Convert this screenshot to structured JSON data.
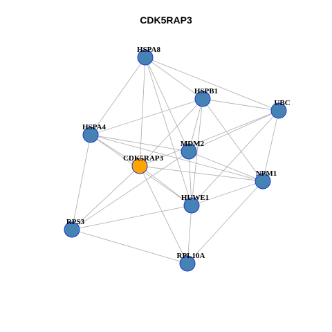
{
  "title": "CDK5RAP3",
  "colors": {
    "hub_node": "#FFA500",
    "node": "#4682B4",
    "node_border": "#1A37C8",
    "edge": "#B3B3B3"
  },
  "network": {
    "nodes": [
      {
        "id": "HSPA8",
        "label": "HSPA8",
        "hub": false
      },
      {
        "id": "HSPB1",
        "label": "HSPB1",
        "hub": false
      },
      {
        "id": "UBC",
        "label": "UBC",
        "hub": false
      },
      {
        "id": "HSPA4",
        "label": "HSPA4",
        "hub": false
      },
      {
        "id": "MDM2",
        "label": "MDM2",
        "hub": false
      },
      {
        "id": "CDK5RAP3",
        "label": "CDK5RAP3",
        "hub": true
      },
      {
        "id": "NPM1",
        "label": "NPM1",
        "hub": false
      },
      {
        "id": "HUWE1",
        "label": "HUWE1",
        "hub": false
      },
      {
        "id": "RPS3",
        "label": "RPS3",
        "hub": false
      },
      {
        "id": "RPL10A",
        "label": "RPL10A",
        "hub": false
      }
    ],
    "edges": [
      [
        "HSPA8",
        "HSPB1"
      ],
      [
        "HSPA8",
        "UBC"
      ],
      [
        "HSPA8",
        "HSPA4"
      ],
      [
        "HSPA8",
        "MDM2"
      ],
      [
        "HSPA8",
        "CDK5RAP3"
      ],
      [
        "HSPA8",
        "HUWE1"
      ],
      [
        "HSPB1",
        "UBC"
      ],
      [
        "HSPB1",
        "MDM2"
      ],
      [
        "HSPB1",
        "CDK5RAP3"
      ],
      [
        "HSPB1",
        "NPM1"
      ],
      [
        "HSPB1",
        "HUWE1"
      ],
      [
        "HSPB1",
        "HSPA4"
      ],
      [
        "UBC",
        "MDM2"
      ],
      [
        "UBC",
        "NPM1"
      ],
      [
        "UBC",
        "HUWE1"
      ],
      [
        "UBC",
        "CDK5RAP3"
      ],
      [
        "HSPA4",
        "MDM2"
      ],
      [
        "HSPA4",
        "CDK5RAP3"
      ],
      [
        "HSPA4",
        "NPM1"
      ],
      [
        "HSPA4",
        "HUWE1"
      ],
      [
        "HSPA4",
        "RPS3"
      ],
      [
        "MDM2",
        "NPM1"
      ],
      [
        "MDM2",
        "HUWE1"
      ],
      [
        "MDM2",
        "RPS3"
      ],
      [
        "CDK5RAP3",
        "NPM1"
      ],
      [
        "CDK5RAP3",
        "HUWE1"
      ],
      [
        "CDK5RAP3",
        "RPS3"
      ],
      [
        "CDK5RAP3",
        "RPL10A"
      ],
      [
        "NPM1",
        "HUWE1"
      ],
      [
        "NPM1",
        "RPL10A"
      ],
      [
        "HUWE1",
        "RPS3"
      ],
      [
        "HUWE1",
        "RPL10A"
      ],
      [
        "RPS3",
        "RPL10A"
      ]
    ]
  }
}
